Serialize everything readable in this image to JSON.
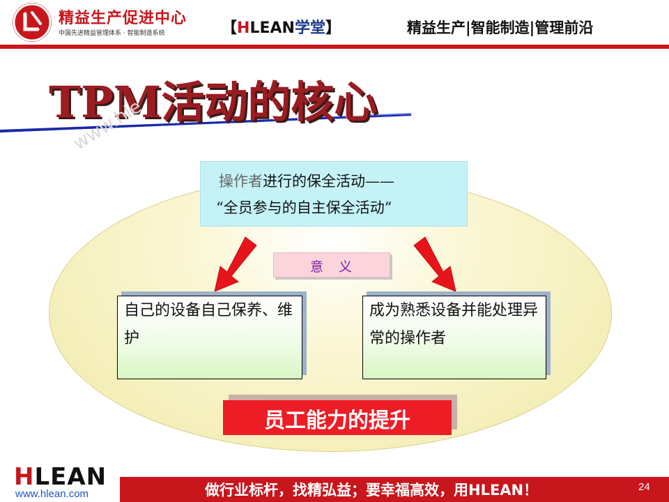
{
  "header": {
    "org_name": "精益生产促进中心",
    "org_subtitle": "中国先进精益管理体系 · 智能制造系统",
    "brand_open": "【",
    "brand_h": "H",
    "brand_lean": "LEAN",
    "brand_cn": "学堂",
    "brand_close": "】",
    "tagline": "精益生产|智能制造|管理前沿"
  },
  "slide": {
    "title": "TPM活动的核心",
    "watermark": "www.hle",
    "top_box": {
      "line1_gray": "操作者",
      "line1_rest": "进行的保全活动——",
      "line2": "“全员参与的自主保全活动”"
    },
    "meaning_label": "意义",
    "left_box": "自己的设备自己保养、维护",
    "right_box": "成为熟悉设备并能处理异常的操作者",
    "result": "员工能力的提升"
  },
  "footer": {
    "logo_h": "H",
    "logo_rest": "LEAN",
    "url": "www.hlean.com",
    "slogan": "做行业标杆，找精弘益；要幸福高效，用HLEAN！",
    "page_number": "24"
  },
  "colors": {
    "brand_red": "#c8161d",
    "title_red": "#9b1c21",
    "cyan_box": "#c4f2f7",
    "meaning_pink": "#fcd5dc",
    "meaning_text": "#7a1fa2",
    "result_red": "#ee1c25",
    "ellipse_fill": "#f0e9a8"
  },
  "icons": [
    "hlean-logo-icon",
    "arrow-down-left-icon",
    "arrow-down-right-icon"
  ]
}
